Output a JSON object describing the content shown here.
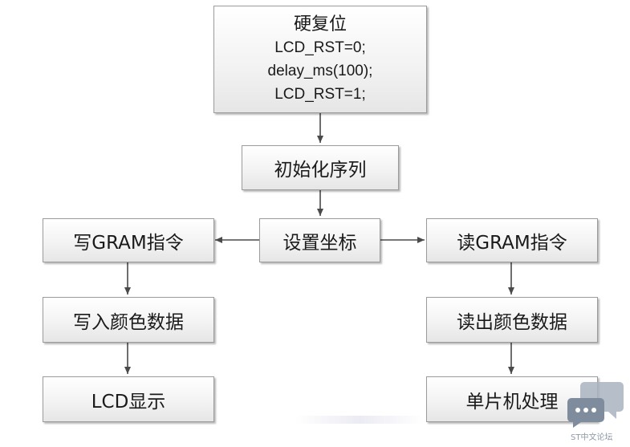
{
  "nodes": {
    "hard_reset": {
      "title": "硬复位",
      "lines": [
        "LCD_RST=0;",
        "delay_ms(100);",
        "LCD_RST=1;"
      ]
    },
    "init_sequence": "初始化序列",
    "set_coordinates": "设置坐标",
    "write_gram": "写GRAM指令",
    "read_gram": "读GRAM指令",
    "write_color": "写入颜色数据",
    "read_color": "读出颜色数据",
    "lcd_display": "LCD显示",
    "mcu_process": "单片机处理"
  },
  "edges": [
    {
      "from": "hard_reset",
      "to": "init_sequence"
    },
    {
      "from": "init_sequence",
      "to": "set_coordinates"
    },
    {
      "from": "set_coordinates",
      "to": "write_gram"
    },
    {
      "from": "set_coordinates",
      "to": "read_gram"
    },
    {
      "from": "write_gram",
      "to": "write_color"
    },
    {
      "from": "write_color",
      "to": "lcd_display"
    },
    {
      "from": "read_gram",
      "to": "read_color"
    },
    {
      "from": "read_color",
      "to": "mcu_process"
    }
  ],
  "watermark": {
    "text": "ST中文论坛",
    "icon": "chat-bubble-icon"
  },
  "colors": {
    "box_border": "#9b9b9b",
    "arrow": "#4a4a4a",
    "text": "#1a1a1a"
  }
}
